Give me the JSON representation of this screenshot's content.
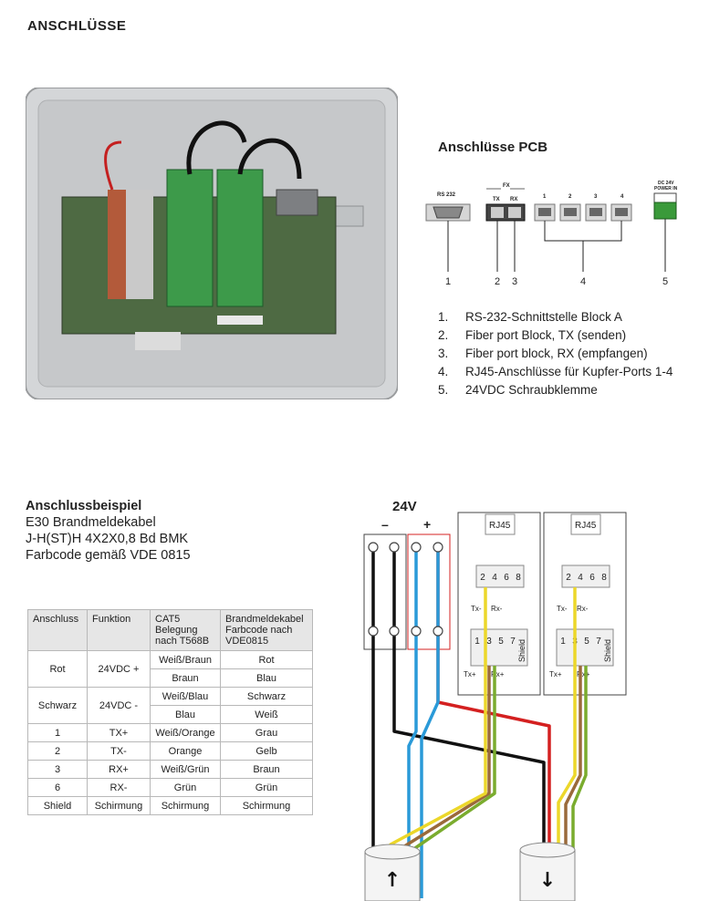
{
  "page_title": "ANSCHLÜSSE",
  "pcb": {
    "title": "Anschlüsse PCB",
    "labels": {
      "rs232": "RS 232",
      "fx": "FX",
      "tx": "TX",
      "rx": "RX",
      "p1": "1",
      "p2": "2",
      "p3": "3",
      "p4": "4",
      "dc": "DC 24V",
      "power_in": "POWER IN"
    },
    "callouts": [
      "1",
      "2",
      "3",
      "4",
      "5"
    ],
    "list": [
      {
        "num": "1.",
        "text": "RS-232-Schnittstelle Block A"
      },
      {
        "num": "2.",
        "text": "Fiber port Block, TX (senden)"
      },
      {
        "num": "3.",
        "text": "Fiber port block, RX (empfangen)"
      },
      {
        "num": "4.",
        "text": "RJ45-Anschlüsse für Kupfer-Ports 1-4"
      },
      {
        "num": "5.",
        "text": "24VDC Schraubklemme"
      }
    ]
  },
  "example": {
    "heading": "Anschlussbeispiel",
    "lines": [
      "E30 Brandmeldekabel",
      "J-H(ST)H 4X2X0,8 Bd BMK",
      "Farbcode gemäß VDE 0815"
    ]
  },
  "table": {
    "headers": [
      "Anschluss",
      "Funktion",
      "CAT5 Belegung nach T568B",
      "Brandmeldekabel Farbcode nach VDE0815"
    ],
    "rows": [
      [
        "Rot",
        "24VDC +",
        "Weiß/Braun",
        "Rot"
      ],
      [
        "",
        "",
        "Braun",
        "Blau"
      ],
      [
        "Schwarz",
        "24VDC -",
        "Weiß/Blau",
        "Schwarz"
      ],
      [
        "",
        "",
        "Blau",
        "Weiß"
      ],
      [
        "1",
        "TX+",
        "Weiß/Orange",
        "Grau"
      ],
      [
        "2",
        "TX-",
        "Orange",
        "Gelb"
      ],
      [
        "3",
        "RX+",
        "Weiß/Grün",
        "Braun"
      ],
      [
        "6",
        "RX-",
        "Grün",
        "Grün"
      ],
      [
        "Shield",
        "Schirmung",
        "Schirmung",
        "Schirmung"
      ]
    ]
  },
  "wiring": {
    "title": "24V",
    "minus": "–",
    "plus": "+",
    "rj45": "RJ45",
    "top_pins": [
      "2",
      "4",
      "6",
      "8"
    ],
    "bottom_pins": [
      "1",
      "3",
      "5",
      "7"
    ],
    "shield": "Shield",
    "tx_minus": "Tx-",
    "rx_minus": "Rx-",
    "tx_plus": "Tx+",
    "rx_plus": "Rx+",
    "arrow_up": "↑",
    "arrow_down": "↓"
  },
  "colors": {
    "red": "#d42020",
    "blue": "#2a9ad8",
    "black": "#111111",
    "grey": "#b9b9b9",
    "yellow": "#ecd72a",
    "brown": "#9a6a3a",
    "green": "#7aac2e",
    "white": "#ffffff"
  }
}
